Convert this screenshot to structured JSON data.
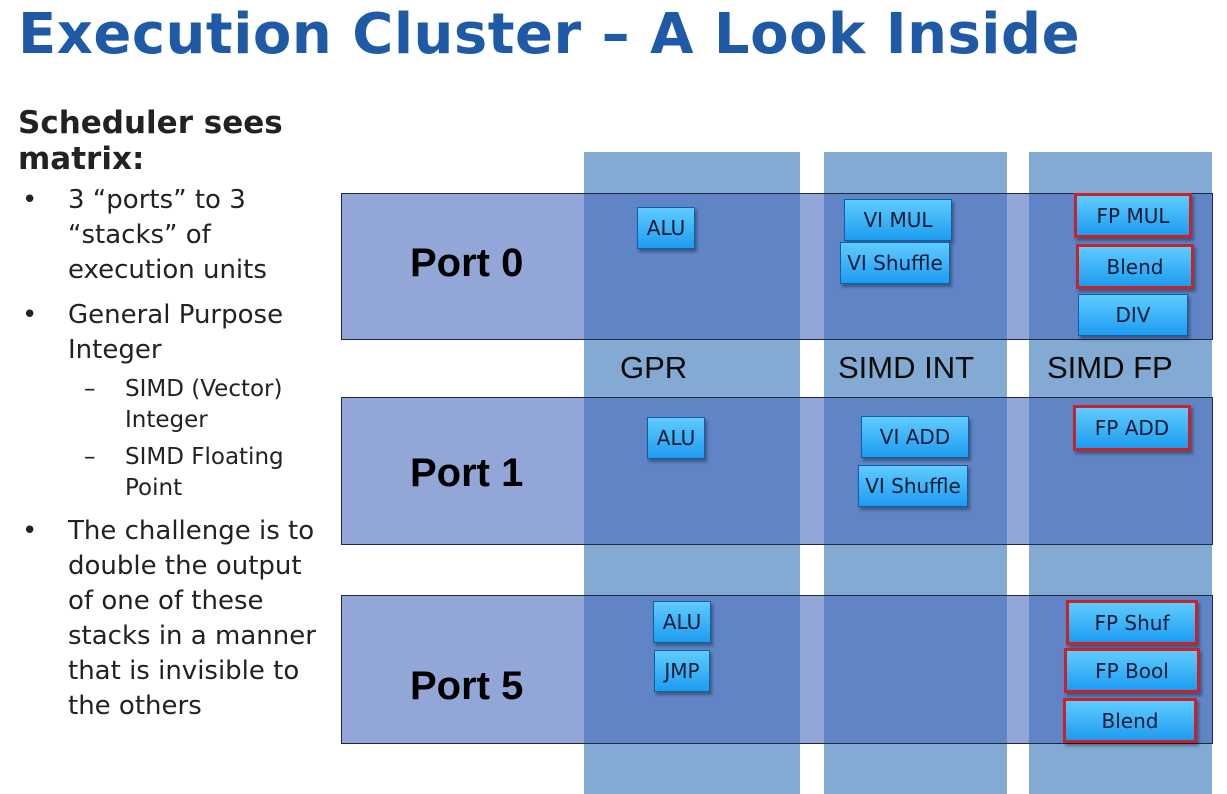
{
  "title": "Execution Cluster – A Look Inside",
  "left_panel": {
    "heading": "Scheduler sees matrix:",
    "bullet_symbol": "•",
    "dash_symbol": "–",
    "bullets": [
      {
        "text": "3 “ports” to 3 “stacks” of execution units"
      },
      {
        "text": "General Purpose Integer"
      },
      {
        "text": "SIMD (Vector) Integer",
        "sub": true
      },
      {
        "text": "SIMD Floating Point",
        "sub": true
      },
      {
        "text": "The challenge is to double the output of one of these stacks in a manner that is invisible to the others"
      }
    ]
  },
  "diagram": {
    "columns": [
      "GPR",
      "SIMD INT",
      "SIMD FP"
    ],
    "ports": [
      "Port 0",
      "Port 1",
      "Port 5"
    ],
    "units": {
      "p0_alu": "ALU",
      "p0_vi_mul": "VI MUL",
      "p0_vi_shuffle": "VI Shuffle",
      "p0_fp_mul": "FP MUL",
      "p0_blend": "Blend",
      "p0_div": "DIV",
      "p1_alu": "ALU",
      "p1_vi_add": "VI ADD",
      "p1_vi_shuffle": "VI Shuffle",
      "p1_fp_add": "FP ADD",
      "p5_alu": "ALU",
      "p5_jmp": "JMP",
      "p5_fp_shuf": "FP Shuf",
      "p5_fp_bool": "FP Bool",
      "p5_blend": "Blend"
    },
    "highlighted_units": [
      "FP MUL",
      "Blend",
      "FP ADD",
      "FP Shuf",
      "FP Bool"
    ],
    "colors": {
      "title": "#1f5aa6",
      "column": "#82aad2",
      "row": "#4a6abc",
      "unit": "#35b5f8",
      "highlight_border": "#c4242a"
    }
  }
}
